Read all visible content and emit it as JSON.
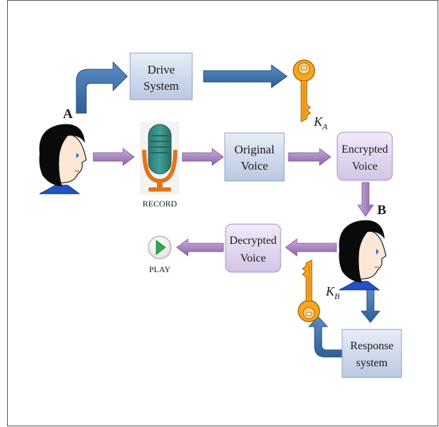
{
  "boxes": {
    "drive_line1": "Drive",
    "drive_line2": "System",
    "original_line1": "Original",
    "original_line2": "Voice",
    "encrypted_line1": "Encrypted",
    "encrypted_line2": "Voice",
    "decrypted_line1": "Decrypted",
    "decrypted_line2": "Voice",
    "response_line1": "Response",
    "response_line2": "system"
  },
  "labels": {
    "person_a": "A",
    "person_b": "B",
    "record": "RECORD",
    "play": "PLAY",
    "key_a_main": "K",
    "key_a_sub": "A",
    "key_b_main": "K",
    "key_b_sub": "B"
  },
  "colors": {
    "blue_arrow": "#3d6ea8",
    "purple_arrow": "#a57fc0",
    "blue_box": "#c9d5ea",
    "purple_box": "#ddd2ec",
    "key": "#f5a623"
  }
}
